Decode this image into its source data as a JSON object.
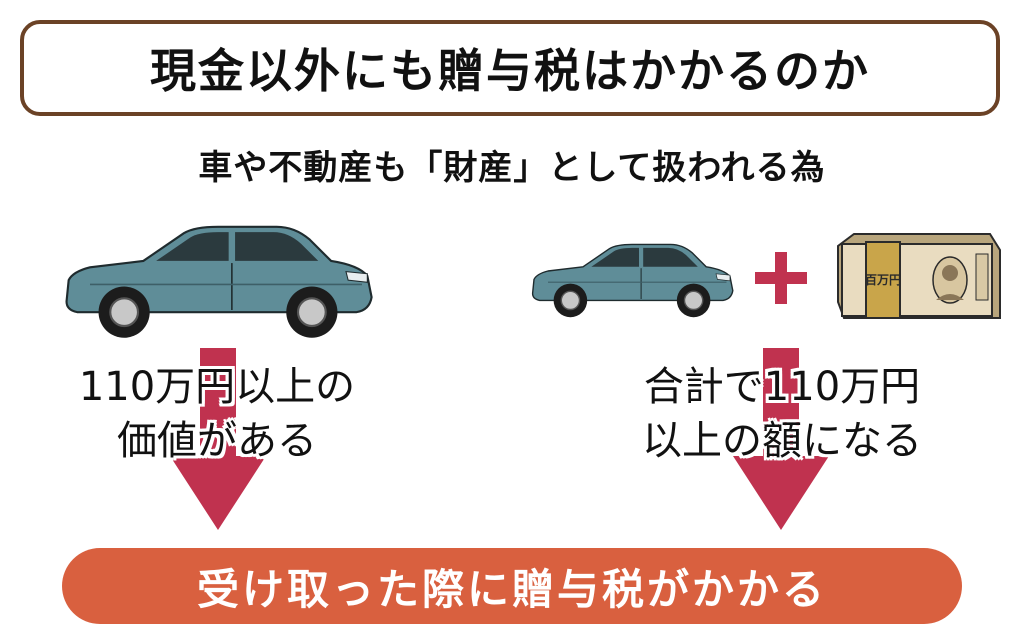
{
  "title": "現金以外にも贈与税はかかるのか",
  "subtitle": "車や不動産も「財産」として扱われる為",
  "left": {
    "label_lines": [
      "110万円以上の",
      "価値がある"
    ]
  },
  "right": {
    "label_lines": [
      "合計で110万円",
      "以上の額になる"
    ],
    "money_text": "百万円"
  },
  "result": "受け取った際に贈与税がかかる",
  "colors": {
    "title_border": "#6b4226",
    "arrow": "#c0324f",
    "plus": "#c0324f",
    "result_bg": "#d9603f",
    "car_body": "#5f8d98",
    "money_band": "#c9a54a"
  },
  "icons": [
    "car-icon",
    "plus-icon",
    "money-bundle-icon",
    "arrow-down-icon"
  ]
}
